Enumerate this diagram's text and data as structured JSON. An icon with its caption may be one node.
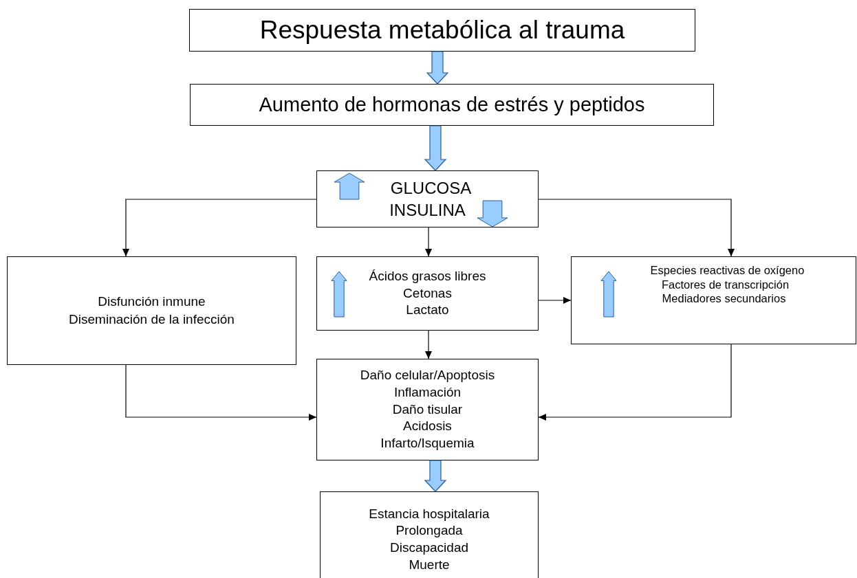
{
  "diagram": {
    "nodes": [
      {
        "text": [
          "Respuesta metabólica al trauma"
        ]
      },
      {
        "text": [
          "Aumento de hormonas de estrés y peptidos"
        ]
      },
      {
        "text": [
          "GLUCOSA",
          "INSULINA"
        ]
      },
      {
        "text": [
          "Disfunción inmune",
          "Diseminación de la infección"
        ]
      },
      {
        "text": [
          "Ácidos grasos libres",
          "Cetonas",
          "Lactato"
        ]
      },
      {
        "text": [
          "Especies reactivas de oxígeno",
          "Factores de transcripción",
          "Mediadores secundarios"
        ]
      },
      {
        "text": [
          "Daño celular/Apoptosis",
          "Inflamación",
          "Daño tisular",
          "Acidosis",
          "Infarto/Isquemia"
        ]
      },
      {
        "text": [
          "Estancia hospitalaria",
          "Prolongada",
          "Discapacidad",
          "Muerte"
        ]
      }
    ],
    "edges": [
      {
        "from": 0,
        "to": 1,
        "arrow": "to",
        "style": "thick",
        "color": "#99ccff"
      },
      {
        "from": 1,
        "to": 2,
        "arrow": "to",
        "style": "thick",
        "color": "#99ccff"
      },
      {
        "from": 2,
        "to": 3,
        "arrow": "to"
      },
      {
        "from": 2,
        "to": 4,
        "arrow": "to"
      },
      {
        "from": 2,
        "to": 5,
        "arrow": "to"
      },
      {
        "from": 4,
        "to": 5,
        "arrow": "to"
      },
      {
        "from": 4,
        "to": 6,
        "arrow": "to"
      },
      {
        "from": 3,
        "to": 6,
        "arrow": "to"
      },
      {
        "from": 5,
        "to": 6,
        "arrow": "to"
      },
      {
        "from": 6,
        "to": 7,
        "arrow": "to",
        "style": "thick",
        "color": "#99ccff"
      }
    ]
  }
}
